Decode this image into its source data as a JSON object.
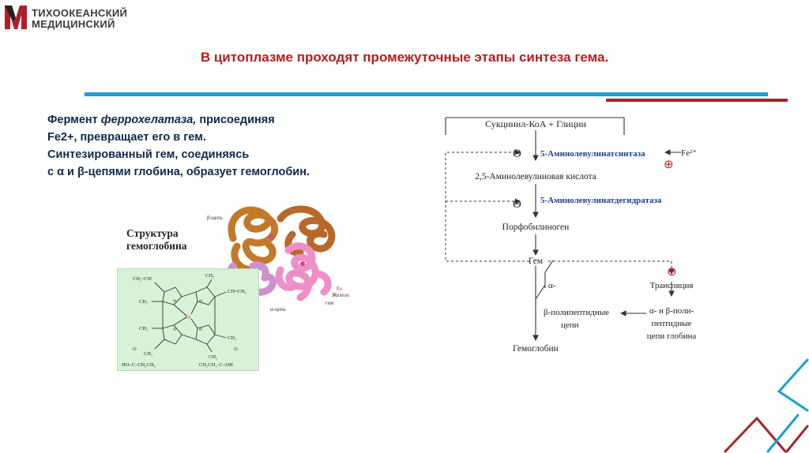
{
  "logo": {
    "line1": "ТИХООКЕАНСКИЙ",
    "line2": "МЕДИЦИНСКИЙ"
  },
  "slide_title": "В цитоплазме проходят промежуточные этапы синтеза гема.",
  "paragraph": {
    "line1_a": "Фермент ",
    "line1_b": "феррохелатаза,",
    "line1_c": " присоединяя",
    "line2": "Fe2+, превращает его в гем.",
    "line3": "Синтезированный гем, соединяясь",
    "line4": "с α и β-цепями глобина, образует гемоглобин."
  },
  "structure": {
    "title_line1": "Структура",
    "title_line2": "гемоглобина",
    "beta_label": "β-цепь",
    "alpha_label": "α-цепь",
    "iron_label_1": "Fe",
    "iron_label_2": "Железо",
    "iron_label_3": "гем",
    "heme_center": "Fe",
    "heme_groups": {
      "top_left": "CH₂=CH",
      "top_right": "CH₂",
      "right_upper": "CH=CH₂",
      "left_upper": "CH₂",
      "left_lower": "CH₂",
      "right_lower": "CH₂",
      "bottom_left": "CH₂",
      "bottom_right": "CH₂",
      "acid_left": "HO–C–CH₂CH₂",
      "acid_right": "CH₂CH₂–C–OH",
      "oxygen": "O",
      "nitrogen": "N"
    }
  },
  "pathway": {
    "start": "Сукцинил-КоА + Глицин",
    "enzyme1": "5-Аминолевулинатсинтаза",
    "product1": "2,5-Аминолевулиновая кислота",
    "enzyme2": "5-Аминолевулинатдегидратаза",
    "product2": "Порфобилиноген",
    "heme": "Гем",
    "iron": "Fe²⁺",
    "minus": "Θ",
    "plus": "⊕",
    "translation": "Трансляция",
    "alpha": "α-",
    "beta_chains_l1": "β-полипептидные",
    "beta_chains_l2": "цепи",
    "globin_l1": "α- и β-поли-",
    "globin_l2": "пептидные",
    "globin_l3": "цепи глобина",
    "hemoglobin": "Гемоглобин"
  },
  "colors": {
    "title": "#b91c1c",
    "text": "#0d2a4a",
    "accent_blue": "#1b9fd6",
    "accent_red": "#a8232a",
    "enzyme": "#1f3f8f",
    "beta_chain": "#c27a2a",
    "alpha_chain": "#e98fc6",
    "heme_bg": "#d8f2d8"
  }
}
